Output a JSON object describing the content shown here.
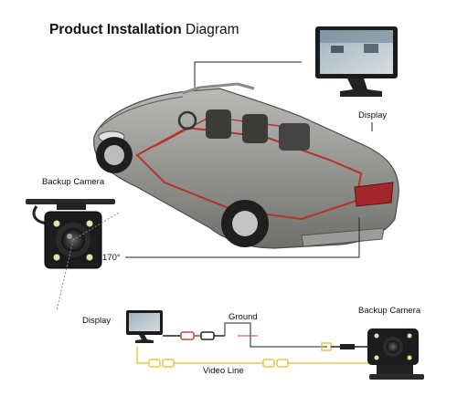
{
  "title": {
    "bold": "Product Installation",
    "regular": "Diagram"
  },
  "labels": {
    "display_top": "Display",
    "backup_camera_left": "Backup Camera",
    "angle": "170°",
    "display_bottom": "Display",
    "ground": "Ground",
    "backup_camera_right": "Backup Camera",
    "video_line": "Video Line"
  },
  "colors": {
    "car_body": "#8e8f8c",
    "interior_red": "#b8312b",
    "video_line": "#e4c84a",
    "power_line": "#c9463a"
  }
}
